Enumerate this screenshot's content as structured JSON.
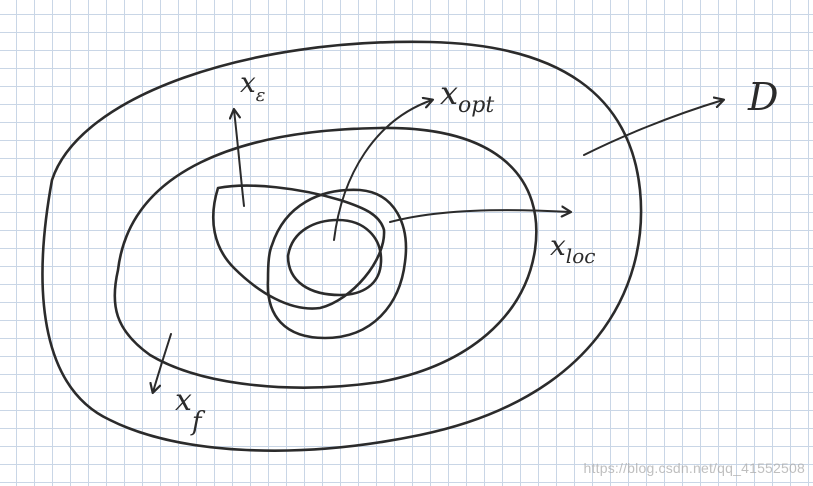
{
  "labels": {
    "x_epsilon": {
      "base": "x",
      "sub": "ε"
    },
    "x_opt": {
      "base": "x",
      "sub": "opt"
    },
    "x_loc": {
      "base": "x",
      "sub": "loc"
    },
    "x_f": {
      "base": "x",
      "sub": "f"
    },
    "d": "D"
  },
  "watermark": "https://blog.csdn.net/qq_41552508",
  "colors": {
    "ink": "#2b2b2b",
    "grid": "#c9d6e6",
    "paper": "#ffffff"
  }
}
